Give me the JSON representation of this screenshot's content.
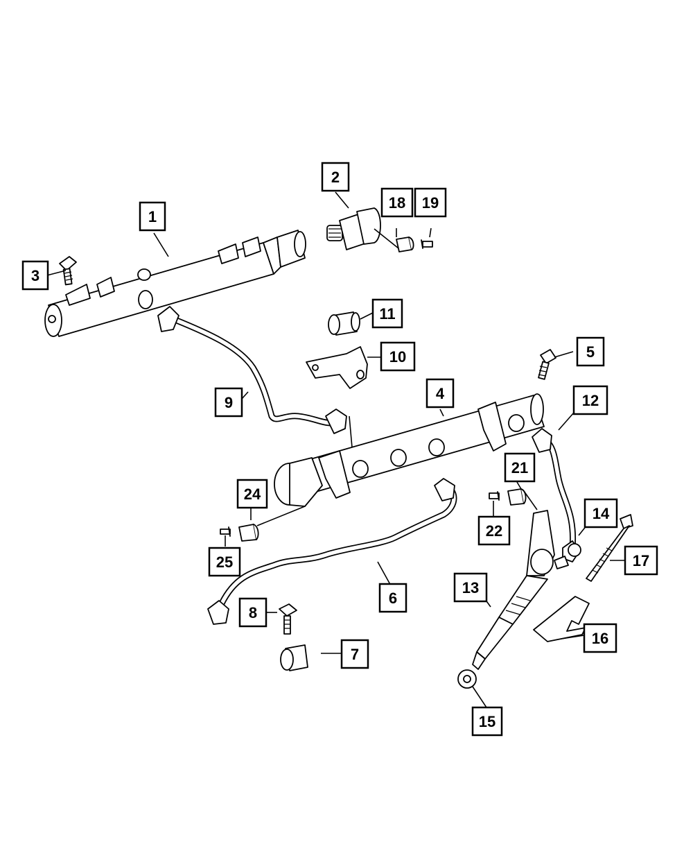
{
  "callouts": [
    {
      "id": "c1",
      "label": "1"
    },
    {
      "id": "c2",
      "label": "2"
    },
    {
      "id": "c3",
      "label": "3"
    },
    {
      "id": "c4",
      "label": "4"
    },
    {
      "id": "c5",
      "label": "5"
    },
    {
      "id": "c6",
      "label": "6"
    },
    {
      "id": "c7",
      "label": "7"
    },
    {
      "id": "c8",
      "label": "8"
    },
    {
      "id": "c9",
      "label": "9"
    },
    {
      "id": "c10",
      "label": "10"
    },
    {
      "id": "c11",
      "label": "11"
    },
    {
      "id": "c12",
      "label": "12"
    },
    {
      "id": "c13",
      "label": "13"
    },
    {
      "id": "c14",
      "label": "14"
    },
    {
      "id": "c15",
      "label": "15"
    },
    {
      "id": "c16",
      "label": "16"
    },
    {
      "id": "c17",
      "label": "17"
    },
    {
      "id": "c18",
      "label": "18"
    },
    {
      "id": "c19",
      "label": "19"
    },
    {
      "id": "c21",
      "label": "21"
    },
    {
      "id": "c22",
      "label": "22"
    },
    {
      "id": "c24",
      "label": "24"
    },
    {
      "id": "c25",
      "label": "25"
    }
  ]
}
